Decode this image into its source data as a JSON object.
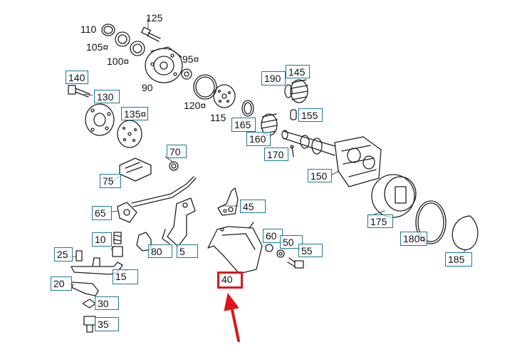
{
  "colors": {
    "box_border": "#1a7a99",
    "highlight": "#e0141e",
    "line_art": "#222222"
  },
  "parts": {
    "p110": "110",
    "p125": "125",
    "p105": "105¤",
    "p100": "100¤",
    "p95": "95¤",
    "p90": "90",
    "p140": "140",
    "p130": "130",
    "p135": "135¤",
    "p120": "120¤",
    "p115": "115",
    "p190": "190",
    "p145": "145",
    "p165": "165",
    "p155": "155",
    "p160": "160",
    "p170": "170",
    "p70": "70",
    "p150": "150",
    "p75": "75",
    "p45": "45",
    "p175": "175",
    "p65": "65",
    "p60": "60",
    "p50": "50",
    "p10": "10",
    "p80": "80",
    "p5": "5",
    "p55": "55",
    "p180": "180¤",
    "p25": "25",
    "p15": "15",
    "p185": "185",
    "p40": "40",
    "p20": "20",
    "p30": "30",
    "p35": "35"
  }
}
